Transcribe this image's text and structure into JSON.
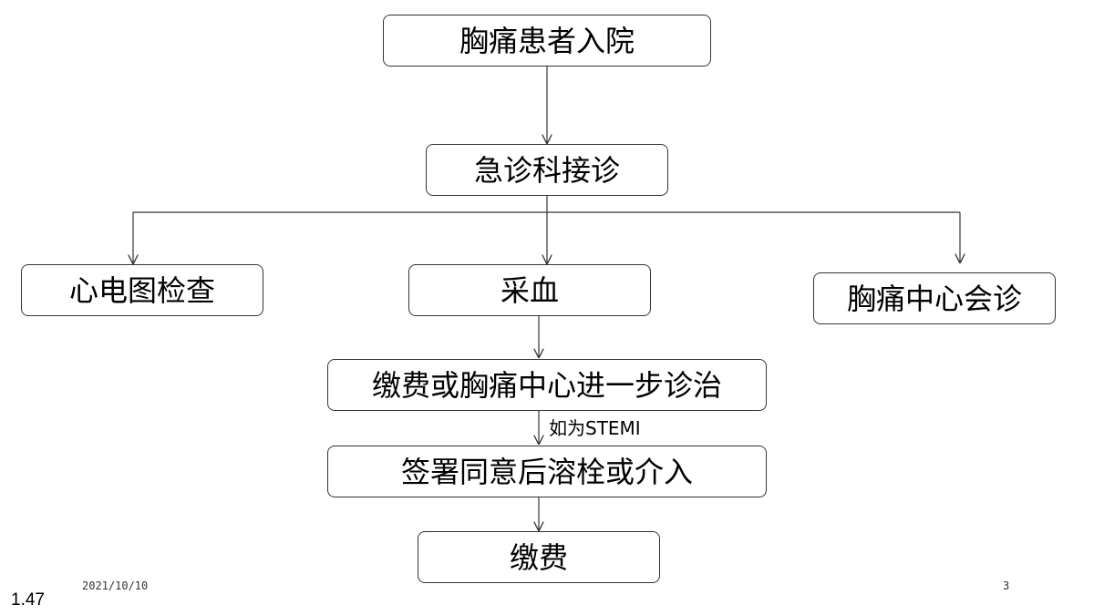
{
  "flowchart": {
    "nodes": {
      "admission": "胸痛患者入院",
      "emergency": "急诊科接诊",
      "ecg": "心电图检查",
      "blood": "采血",
      "consult": "胸痛中心会诊",
      "payment_treatment": "缴费或胸痛中心进一步诊治",
      "consent": "签署同意后溶栓或介入",
      "payment": "缴费"
    },
    "edge_labels": {
      "stemi": "如为STEMI"
    }
  },
  "footer": {
    "date": "2021/10/10",
    "page_number": "3",
    "corner_value": "1.47"
  },
  "colors": {
    "line": "#333333",
    "text": "#000000",
    "background": "#ffffff"
  }
}
